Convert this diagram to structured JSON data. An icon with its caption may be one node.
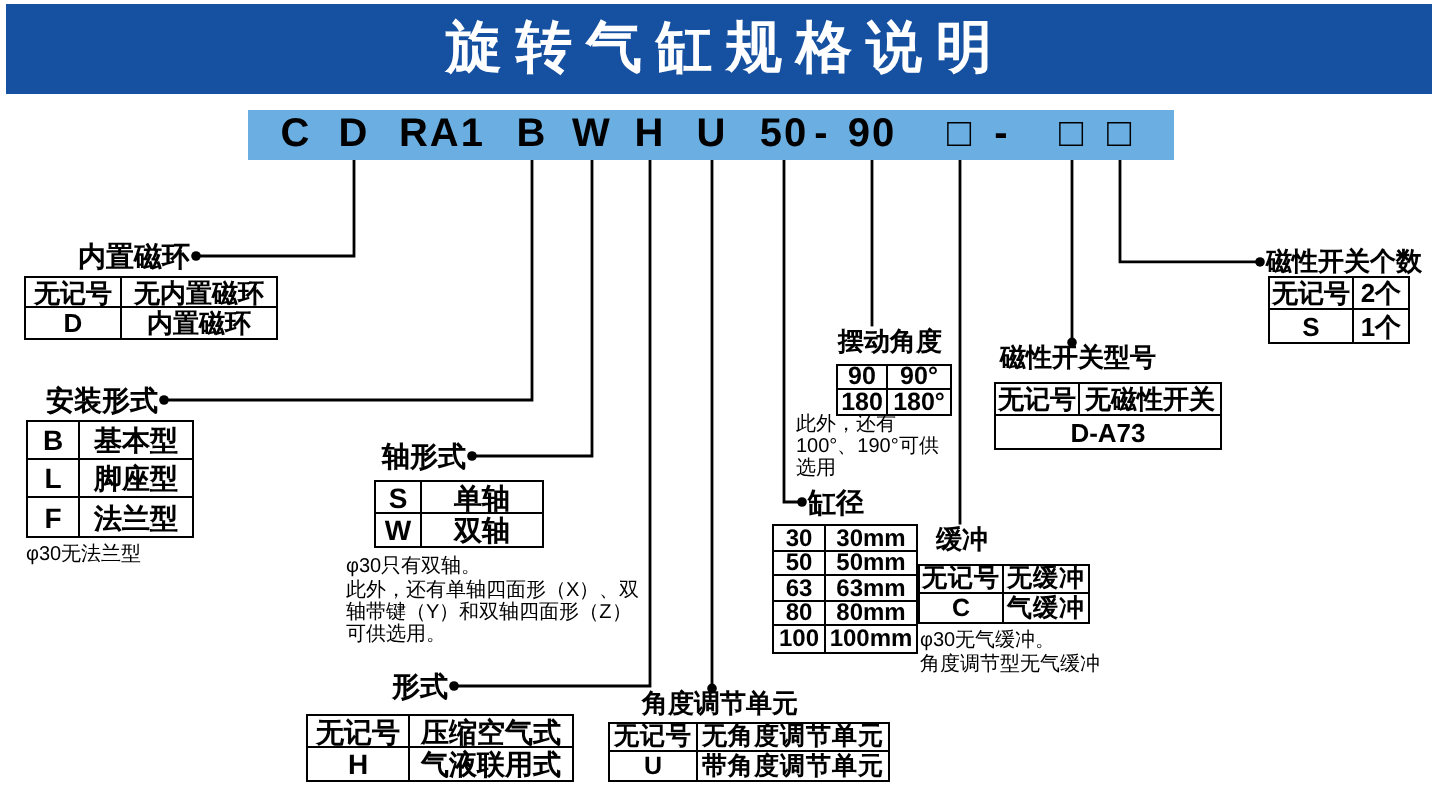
{
  "diagram": {
    "title": "旋转气缸规格说明",
    "nodes": [
      {
        "text": [],
        "shape": "bar"
      },
      {
        "text": [
          "C"
        ],
        "in": 0
      },
      {
        "text": [
          "D"
        ],
        "in": 0
      },
      {
        "text": [
          "RA1"
        ],
        "in": 0
      },
      {
        "text": [
          "B"
        ],
        "in": 0
      },
      {
        "text": [
          "W"
        ],
        "in": 0
      },
      {
        "text": [
          "H"
        ],
        "in": 0
      },
      {
        "text": [
          "U"
        ],
        "in": 0
      },
      {
        "text": [
          "50"
        ],
        "in": 0
      },
      {
        "text": [
          "-"
        ],
        "in": 0
      },
      {
        "text": [
          "90"
        ],
        "in": 0
      },
      {
        "text": [
          "□"
        ],
        "in": 0
      },
      {
        "text": [
          "-"
        ],
        "in": 0
      },
      {
        "text": [
          "□"
        ],
        "in": 0
      },
      {
        "text": [
          "□"
        ],
        "in": 0
      },
      {
        "text": [
          "内置磁环"
        ]
      },
      {
        "text": [
          "无记号",
          "无内置磁环",
          "D",
          "内置磁环"
        ]
      },
      {
        "text": [
          "磁性开关个数"
        ]
      },
      {
        "text": [
          "无记号",
          "2个",
          "S",
          "1个"
        ]
      },
      {
        "text": [
          "摆动角度"
        ]
      },
      {
        "text": [
          "90",
          "90°",
          "180",
          "180°"
        ],
        "beside": [
          "此外，还有100°、190°可供选用"
        ]
      },
      {
        "text": [
          "磁性开关型号"
        ]
      },
      {
        "text": [
          "无记号",
          "无磁性开关",
          "D-A73"
        ]
      },
      {
        "text": [
          "安装形式"
        ]
      },
      {
        "text": [
          "B",
          "基本型",
          "L",
          "脚座型",
          "F",
          "法兰型"
        ],
        "beside": [
          "φ30无法兰型"
        ]
      },
      {
        "text": [
          "轴形式"
        ]
      },
      {
        "text": [
          "S",
          "单轴",
          "W",
          "双轴"
        ],
        "beside": [
          "φ30只有双轴。",
          "此外，还有单轴四面形（X）、双轴带键（Y）和双轴四面形（Z）可供选用。"
        ]
      },
      {
        "text": [
          "缸径"
        ]
      },
      {
        "text": [
          "30",
          "30mm",
          "50",
          "50mm",
          "63",
          "63mm",
          "80",
          "80mm",
          "100",
          "100mm"
        ]
      },
      {
        "text": [
          "缓冲"
        ]
      },
      {
        "text": [
          "无记号",
          "无缓冲",
          "C",
          "气缓冲"
        ],
        "beside": [
          "φ30无气缓冲。",
          "角度调节型无气缓冲"
        ]
      },
      {
        "text": [
          "形式"
        ]
      },
      {
        "text": [
          "无记号",
          "压缩空气式",
          "H",
          "气液联用式"
        ]
      },
      {
        "text": [
          "角度调节单元"
        ]
      },
      {
        "text": [
          "无记号",
          "无角度调节单元",
          "U",
          "带角度调节单元"
        ]
      }
    ],
    "edges": [
      {
        "from": 2,
        "to": 15,
        "arrow": "other"
      },
      {
        "from": 4,
        "to": 23,
        "arrow": "other"
      },
      {
        "from": 5,
        "to": 25,
        "arrow": "other"
      },
      {
        "from": 6,
        "to": 31,
        "arrow": "other"
      },
      {
        "from": 7,
        "to": 33,
        "arrow": "other"
      },
      {
        "from": 8,
        "to": 27,
        "arrow": "other"
      },
      {
        "from": 10,
        "to": 19,
        "arrow": "none"
      },
      {
        "from": 11,
        "to": 29,
        "arrow": "none"
      },
      {
        "from": 13,
        "to": 21,
        "arrow": "other"
      },
      {
        "from": 14,
        "to": 17,
        "arrow": "other"
      }
    ]
  }
}
